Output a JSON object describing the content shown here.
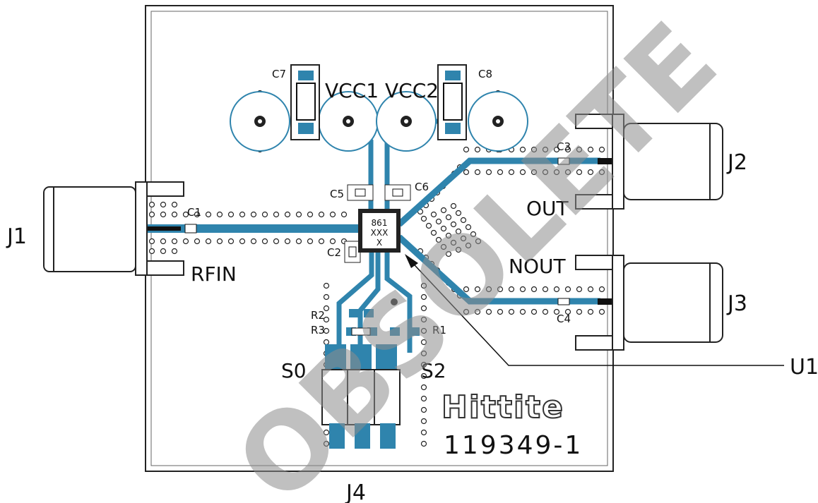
{
  "connectors": {
    "rf_in": "J1",
    "out": "J2",
    "nout": "J3",
    "control": "J4"
  },
  "ports": {
    "rfin": "RFIN",
    "out": "OUT",
    "nout": "NOUT",
    "vcc1": "VCC1",
    "vcc2": "VCC2",
    "s0": "S0",
    "s2": "S2"
  },
  "components": {
    "c1": "C1",
    "c2": "C2",
    "c3": "C3",
    "c4": "C4",
    "c5": "C5",
    "c6": "C6",
    "c7": "C7",
    "c8": "C8",
    "r1": "R1",
    "r2": "R2",
    "r3": "R3",
    "u1": "U1"
  },
  "chip_marking": [
    "861",
    "XXX",
    "X"
  ],
  "brand": "Hittite",
  "board_number": "119349-1",
  "watermark": "OBSOLETE",
  "colors": {
    "trace": "#2f84ad",
    "trace_dark": "#1f6f94",
    "pad": "#2a7fa8",
    "board_outline": "#222222"
  }
}
